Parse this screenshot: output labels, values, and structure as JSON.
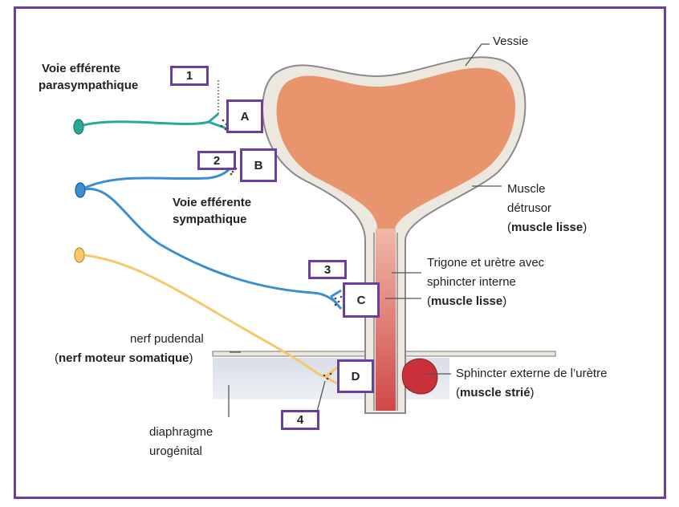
{
  "labels": {
    "vessie": "Vessie",
    "voie_para_1": "Voie efférente",
    "voie_para_2": "parasympathique",
    "voie_symp_1": "Voie efférente",
    "voie_symp_2": "sympathique",
    "muscle_detrusor_1": "Muscle",
    "muscle_detrusor_2": "détrusor",
    "muscle_lisse_1": "muscle lisse",
    "trigone_1": "Trigone et urètre avec",
    "trigone_2": "sphincter interne",
    "muscle_lisse_2": "muscle lisse",
    "nerf_pudendal": "nerf pudendal",
    "nerf_moteur": "nerf moteur somatique",
    "sphincter_ext": "Sphincter externe de l’urètre",
    "muscle_strie": "muscle strié",
    "diaphragme_1": "diaphragme",
    "diaphragme_2": "urogénital"
  },
  "boxes": {
    "n1": "1",
    "n2": "2",
    "n3": "3",
    "n4": "4",
    "a": "A",
    "b": "B",
    "c": "C",
    "d": "D"
  },
  "colors": {
    "frame": "#6b3fa0",
    "bladder_fill": "#e8956e",
    "bladder_wall": "#ece8e0",
    "urethra": "#d05050",
    "parasympathetic": "#2aa898",
    "sympathetic": "#3b8fd0",
    "somatic": "#f5c86a",
    "sphincter_ext": "#c8303a"
  }
}
